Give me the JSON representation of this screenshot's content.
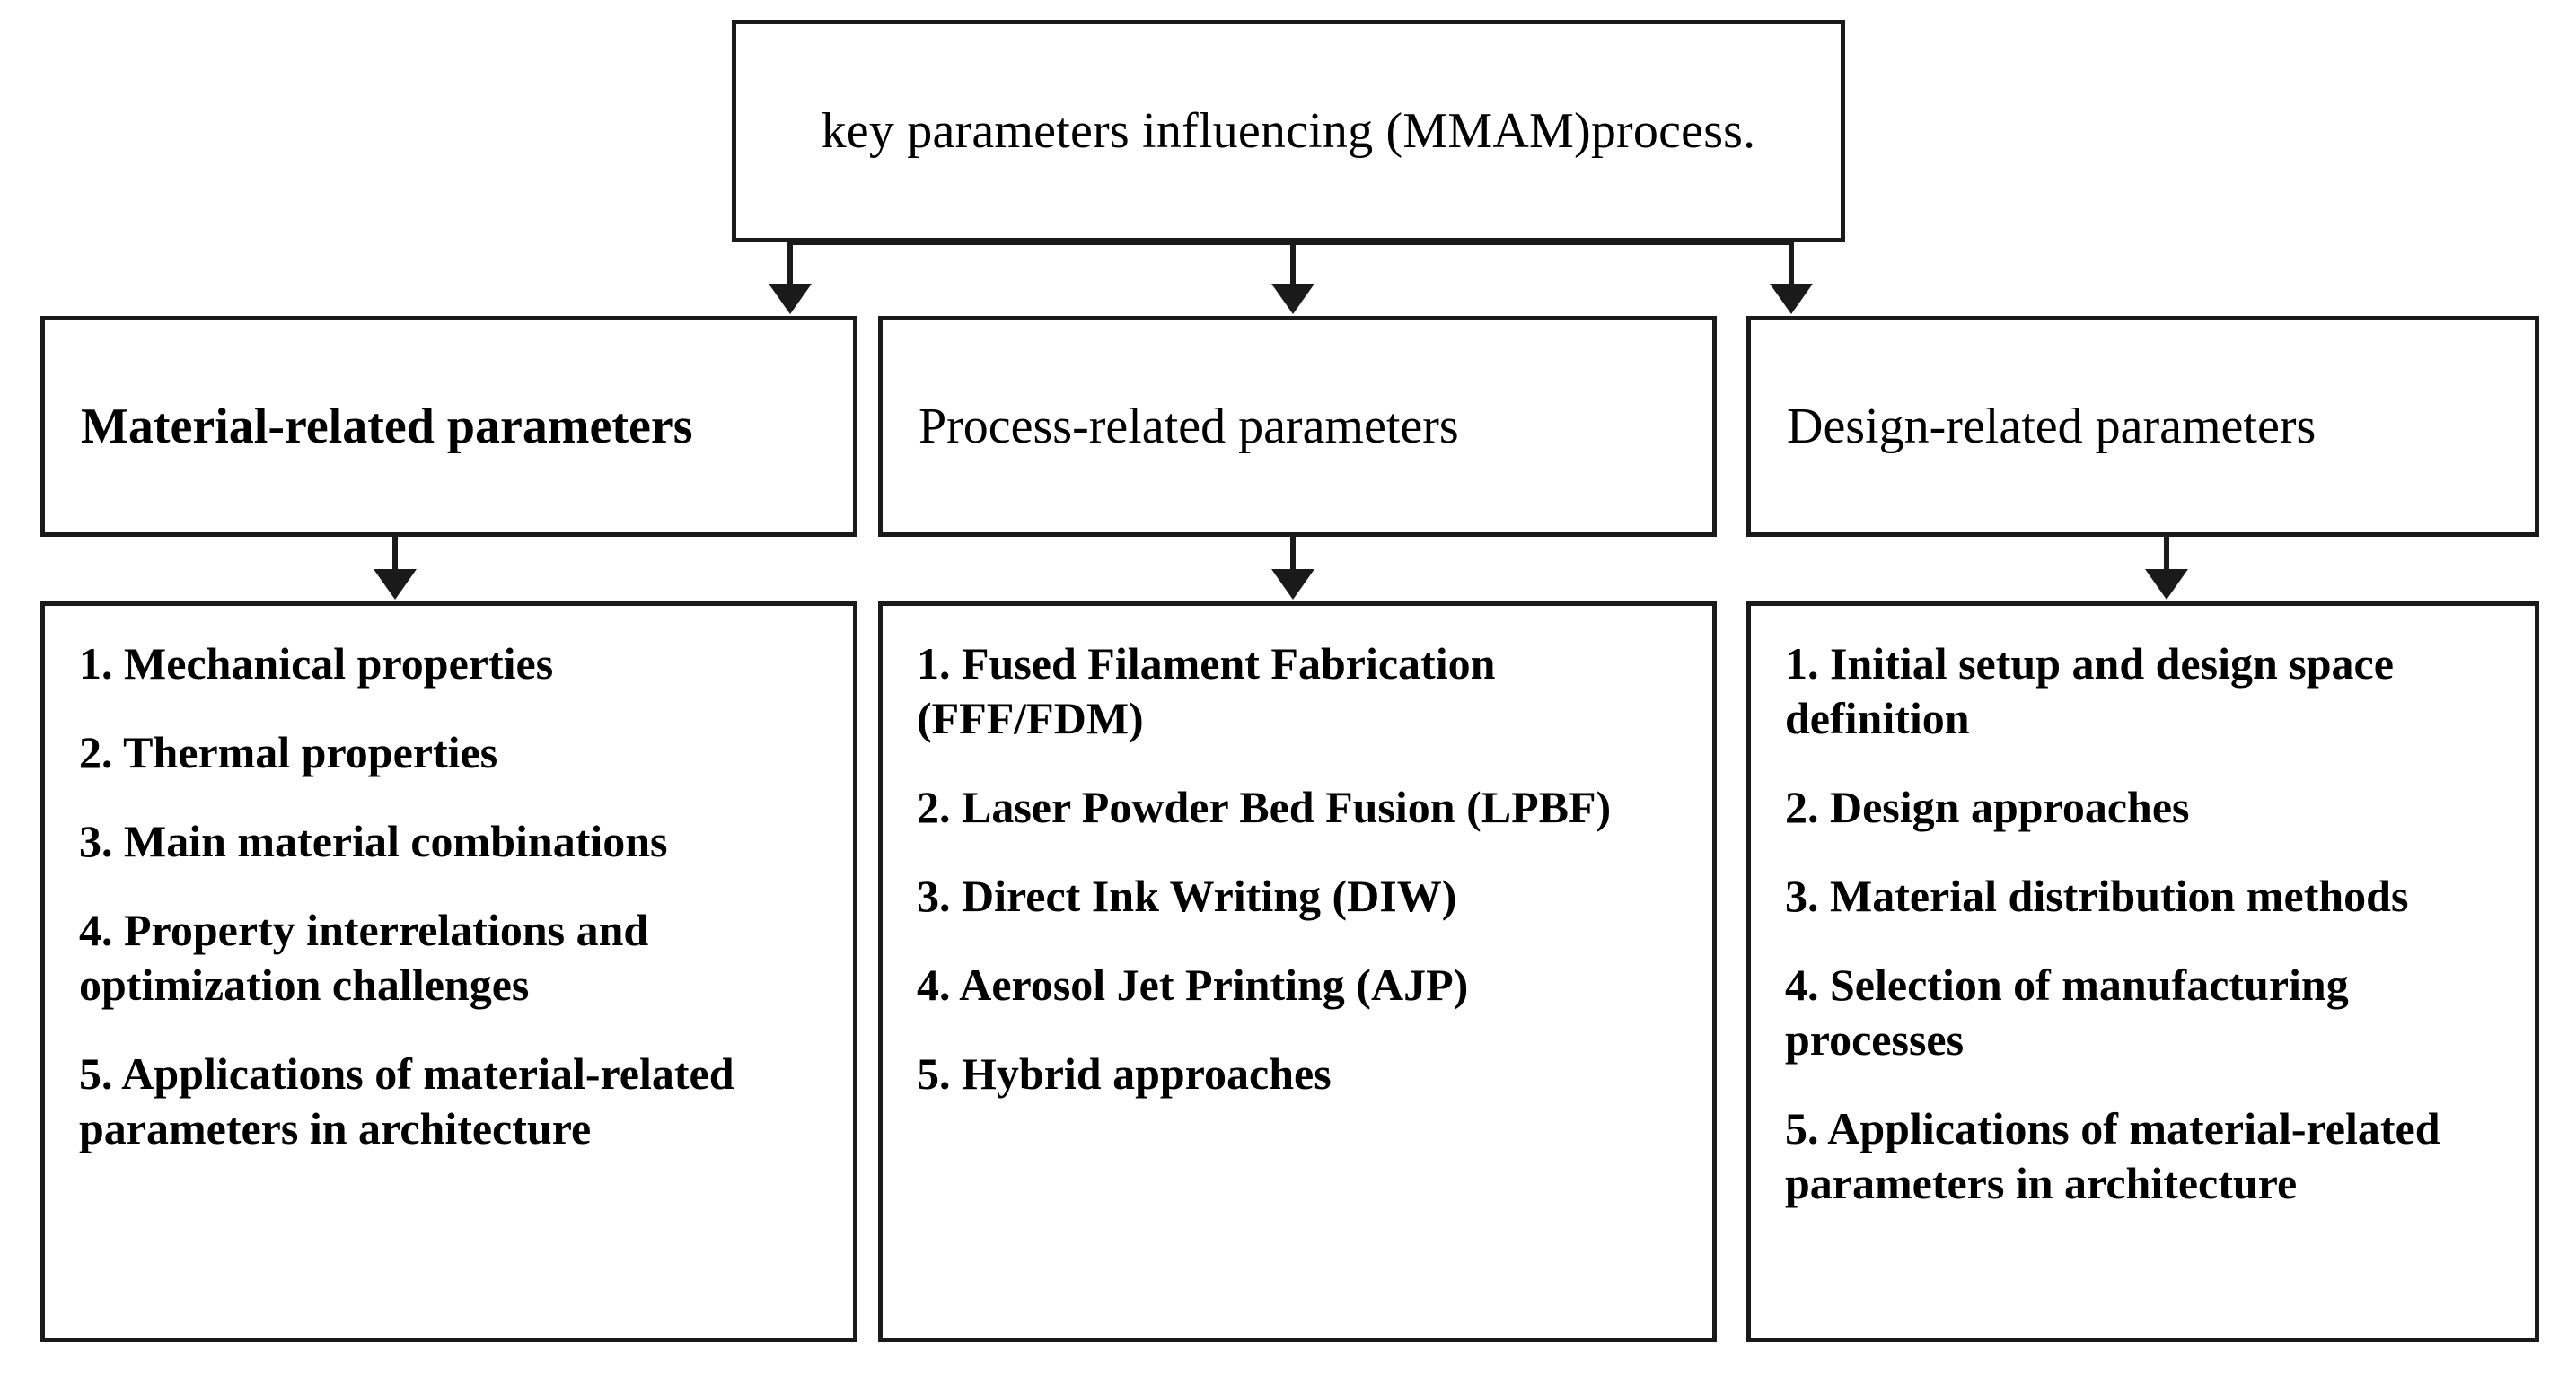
{
  "diagram": {
    "title": "key parameters influencing (MMAM)process.",
    "columns": [
      {
        "header": "Material-related parameters",
        "items": [
          "1. Mechanical properties",
          "2. Thermal properties",
          "3. Main material combinations",
          "4. Property interrelations and optimization challenges",
          "5. Applications of material-related parameters in architecture"
        ]
      },
      {
        "header": "Process-related parameters",
        "items": [
          "1. Fused Filament Fabrication (FFF/FDM)",
          "2. Laser Powder Bed Fusion (LPBF)",
          "3. Direct Ink Writing (DIW)",
          "4. Aerosol Jet Printing (AJP)",
          "5. Hybrid approaches"
        ]
      },
      {
        "header": "Design-related parameters",
        "items": [
          "1. Initial setup and design space definition",
          "2. Design approaches",
          "3. Material distribution methods",
          "4. Selection of manufacturing processes",
          "5. Applications of material-related parameters in architecture"
        ]
      }
    ],
    "colors": {
      "stroke": "#1a1a1a",
      "background": "#ffffff",
      "text": "#000000"
    }
  }
}
